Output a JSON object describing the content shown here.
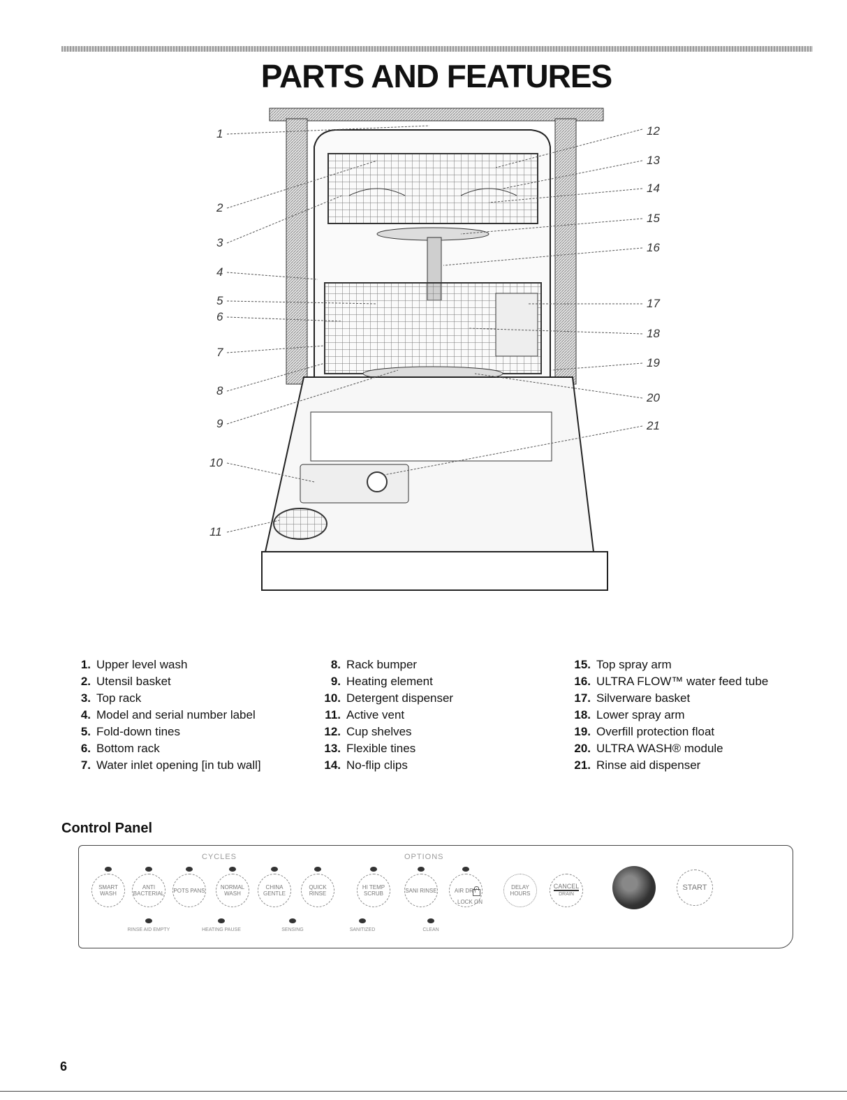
{
  "title": "PARTS AND FEATURES",
  "diagram": {
    "callouts_left": [
      "1",
      "2",
      "3",
      "4",
      "5",
      "6",
      "7",
      "8",
      "9",
      "10",
      "11"
    ],
    "callouts_right": [
      "12",
      "13",
      "14",
      "15",
      "16",
      "17",
      "18",
      "19",
      "20",
      "21"
    ]
  },
  "parts": {
    "col1": [
      {
        "num": "1.",
        "label": "Upper level wash"
      },
      {
        "num": "2.",
        "label": "Utensil basket"
      },
      {
        "num": "3.",
        "label": "Top rack"
      },
      {
        "num": "4.",
        "label": "Model and serial number label"
      },
      {
        "num": "5.",
        "label": "Fold-down tines"
      },
      {
        "num": "6.",
        "label": "Bottom rack"
      },
      {
        "num": "7.",
        "label": "Water inlet opening [in tub wall]"
      }
    ],
    "col2": [
      {
        "num": "8.",
        "label": "Rack bumper"
      },
      {
        "num": "9.",
        "label": "Heating element"
      },
      {
        "num": "10.",
        "label": "Detergent dispenser"
      },
      {
        "num": "11.",
        "label": "Active vent"
      },
      {
        "num": "12.",
        "label": "Cup shelves"
      },
      {
        "num": "13.",
        "label": "Flexible tines"
      },
      {
        "num": "14.",
        "label": "No-flip clips"
      }
    ],
    "col3": [
      {
        "num": "15.",
        "label": "Top spray arm"
      },
      {
        "num": "16.",
        "label": "ULTRA FLOW™ water feed tube"
      },
      {
        "num": "17.",
        "label": "Silverware basket"
      },
      {
        "num": "18.",
        "label": "Lower spray arm"
      },
      {
        "num": "19.",
        "label": "Overfill protection float"
      },
      {
        "num": "20.",
        "label": "ULTRA WASH® module"
      },
      {
        "num": "21.",
        "label": "Rinse aid dispenser"
      }
    ]
  },
  "control_panel": {
    "heading": "Control Panel",
    "cycles_label": "CYCLES",
    "options_label": "OPTIONS",
    "cycle_buttons": [
      "SMART WASH",
      "ANTI BACTERIAL",
      "POTS PANS",
      "NORMAL WASH",
      "CHINA GENTLE",
      "QUICK RINSE"
    ],
    "option_buttons": [
      "HI TEMP SCRUB",
      "SANI RINSE",
      "AIR DRY"
    ],
    "delay_button": "DELAY HOURS",
    "cancel_button": "CANCEL",
    "cancel_sub": "DRAIN",
    "start_button": "START",
    "lock_label": "LOCK ON",
    "indicators": [
      "RINSE AID EMPTY",
      "HEATING PAUSE",
      "SENSING",
      "SANITIZED",
      "CLEAN"
    ]
  },
  "page_number": "6"
}
